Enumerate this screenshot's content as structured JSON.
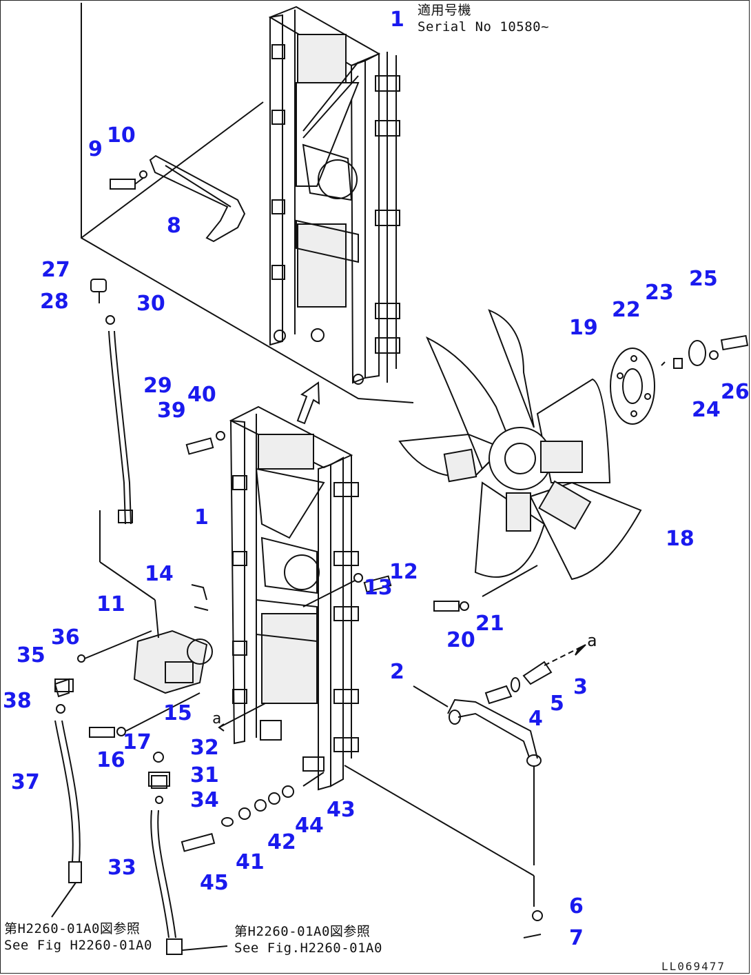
{
  "serial_note": {
    "jp": "適用号機",
    "en": "Serial No 10580~"
  },
  "ref_note_left": {
    "jp": "第H2260-01A0図参照",
    "en": "See Fig H2260-01A0"
  },
  "ref_note_right": {
    "jp": "第H2260-01A0図参照",
    "en": "See Fig.H2260-01A0"
  },
  "drawing_code": "LL069477",
  "arrow_labels": {
    "a_top": "a",
    "a_mid": "a"
  },
  "callouts": {
    "c1_top": "1",
    "c1_mid": "1",
    "c2": "2",
    "c3": "3",
    "c4": "4",
    "c5": "5",
    "c6": "6",
    "c7": "7",
    "c8": "8",
    "c9": "9",
    "c10": "10",
    "c11": "11",
    "c12": "12",
    "c13": "13",
    "c14": "14",
    "c15": "15",
    "c16": "16",
    "c17": "17",
    "c18": "18",
    "c19": "19",
    "c20": "20",
    "c21": "21",
    "c22": "22",
    "c23": "23",
    "c24": "24",
    "c25": "25",
    "c26": "26",
    "c27": "27",
    "c28": "28",
    "c29": "29",
    "c30": "30",
    "c31": "31",
    "c32": "32",
    "c33": "33",
    "c34": "34",
    "c35": "35",
    "c36": "36",
    "c37": "37",
    "c38": "38",
    "c39": "39",
    "c40": "40",
    "c41": "41",
    "c42": "42",
    "c43": "43",
    "c44": "44",
    "c45": "45"
  },
  "colors": {
    "callout": "#1a1aee",
    "line": "#111111"
  }
}
